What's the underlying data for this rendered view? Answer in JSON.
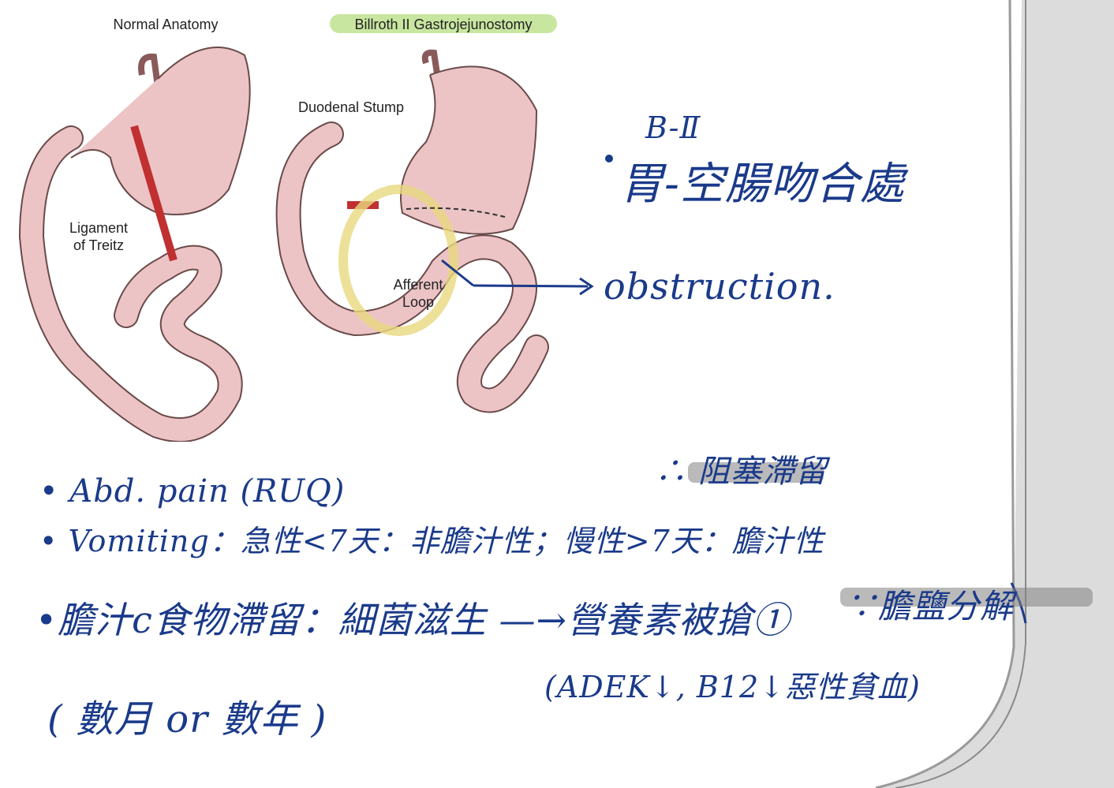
{
  "figure": {
    "label_normal": "Normal Anatomy",
    "label_billroth": "Billroth II Gastrojejunostomy",
    "label_stump": "Duodenal Stump",
    "label_ligament": "Ligament\nof Treitz",
    "label_afferent": "Afferent\nLoop"
  },
  "notes": {
    "bii_abbrev": "B-Ⅱ",
    "bii_desc": "胃-空腸吻合處",
    "obstruction": "obstruction.",
    "pain": "• Abd. pain (RUQ)",
    "stasis": "∴ 阻塞滯留",
    "vomiting": "• Vomiting：急性<7天：非膽汁性；慢性>7天：膽汁性",
    "bile_food": "•膽汁c食物滯留：細菌滋生 —→營養素被搶①",
    "bile_salt": "∵膽鹽分解",
    "duration": "( 數月 or 數年 )",
    "deficiency": "(ADEK↓, B12↓惡性貧血)"
  },
  "colors": {
    "ink": "#1a3a8a",
    "highlight_yellow": "#e8d880",
    "highlight_green": "#c8e6a0",
    "tissue": "#ecc4c6"
  }
}
